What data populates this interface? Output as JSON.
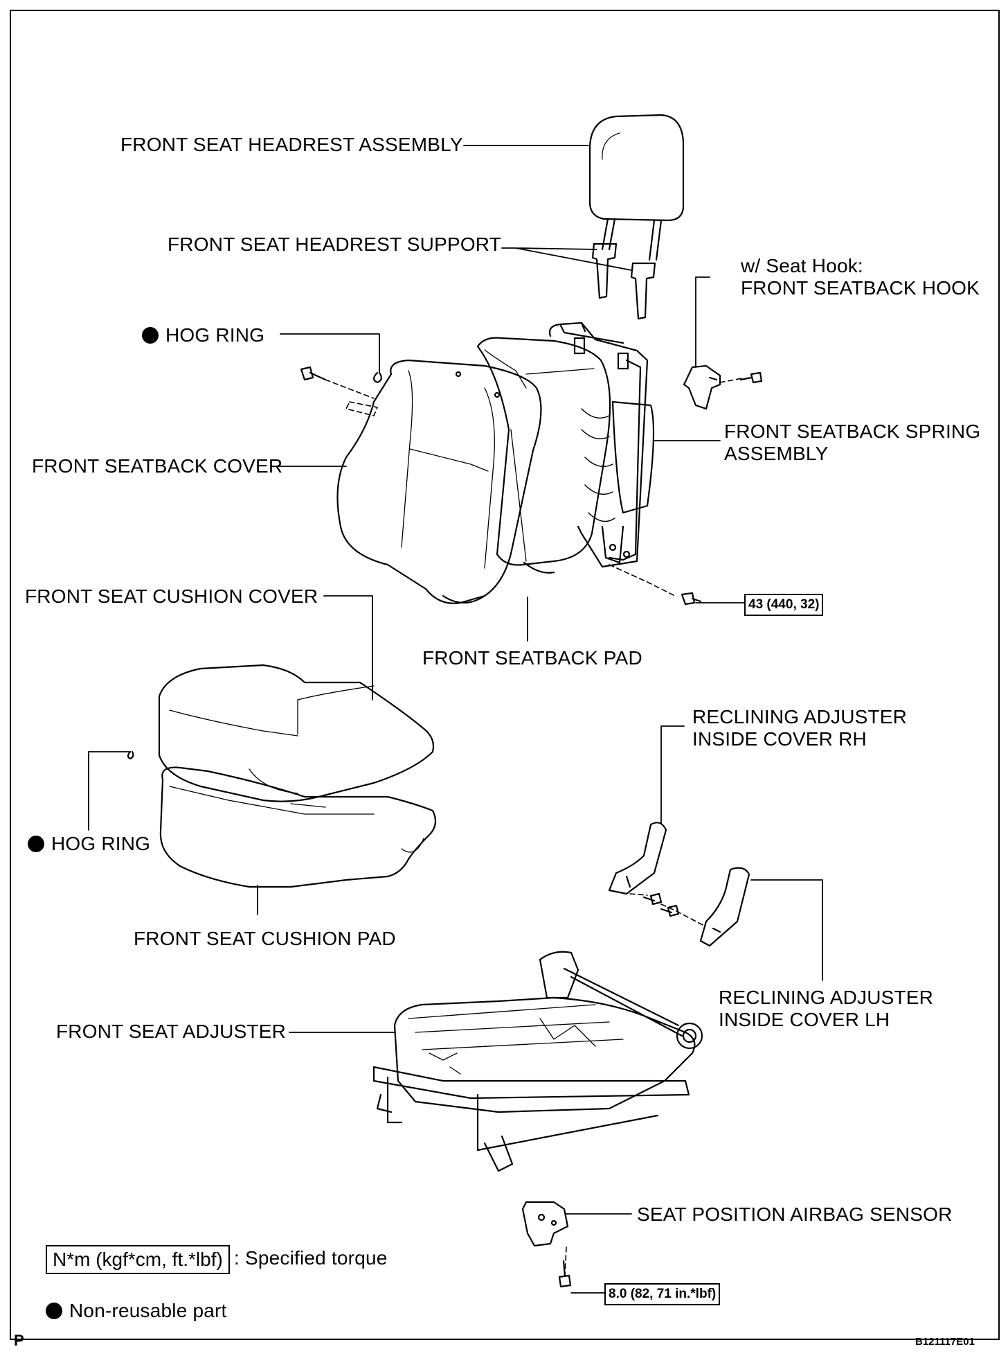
{
  "labels": {
    "headrest_assembly": "FRONT SEAT HEADREST ASSEMBLY",
    "headrest_support": "FRONT SEAT HEADREST SUPPORT",
    "seatback_hook": "w/ Seat Hook:\nFRONT SEATBACK HOOK",
    "hog_ring_top": "HOG RING",
    "seatback_spring": "FRONT SEATBACK SPRING\nASSEMBLY",
    "seatback_cover": "FRONT SEATBACK COVER",
    "cushion_cover": "FRONT SEAT CUSHION COVER",
    "seatback_pad": "FRONT SEATBACK PAD",
    "recliner_rh": "RECLINING ADJUSTER\nINSIDE COVER RH",
    "hog_ring_bottom": "HOG RING",
    "cushion_pad": "FRONT SEAT CUSHION PAD",
    "recliner_lh": "RECLINING ADJUSTER\nINSIDE COVER LH",
    "seat_adjuster": "FRONT SEAT ADJUSTER",
    "airbag_sensor": "SEAT POSITION AIRBAG SENSOR"
  },
  "torques": {
    "seatback_bolt": "43 (440, 32)",
    "sensor_bolt": "8.0 (82, 71 in.*lbf)"
  },
  "legend": {
    "torque_box": "N*m (kgf*cm, ft.*lbf)",
    "torque_text": ": Specified torque",
    "nonreusable_text": "Non-reusable part"
  },
  "footer": {
    "page_mark": "P",
    "figure_id": "B121117E01"
  }
}
